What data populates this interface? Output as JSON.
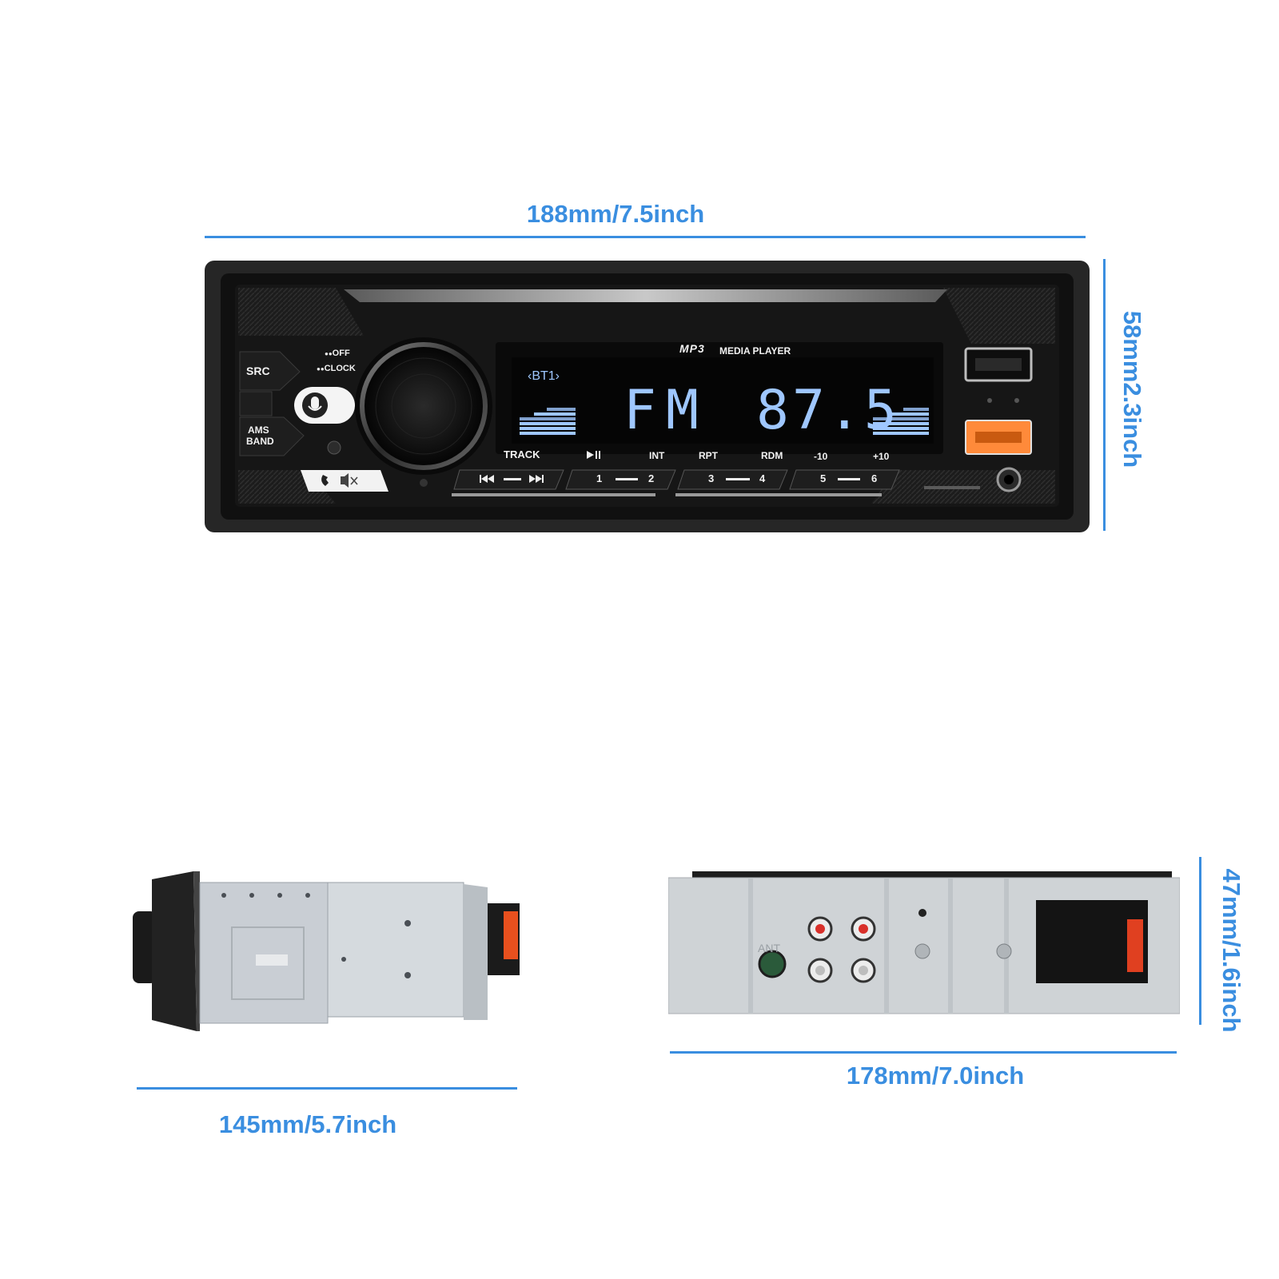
{
  "dimensions": {
    "front_width": "188mm/7.5inch",
    "front_height": "58mm2.3inch",
    "side_depth": "145mm/5.7inch",
    "rear_width": "178mm/7.0inch",
    "rear_height": "47mm/1.6inch"
  },
  "front_panel": {
    "src_label": "SRC",
    "ams_label": "AMS",
    "band_label": "BAND",
    "off_label": "OFF",
    "clock_label": "CLOCK",
    "brand_logo": "MP3",
    "media_player_label": "MEDIA PLAYER",
    "display_source": "BT1",
    "display_band": "FM",
    "display_frequency": "87.5",
    "track_label": "TRACK",
    "int_label": "INT",
    "rpt_label": "RPT",
    "rdm_label": "RDM",
    "minus10_label": "-10",
    "plus10_label": "+10",
    "presets": [
      "1",
      "2",
      "3",
      "4",
      "5",
      "6"
    ],
    "icons": [
      "mic-icon",
      "phone-icon",
      "mute-icon",
      "prev-track-icon",
      "next-track-icon",
      "play-pause-icon",
      "usb-port-icon",
      "usb-charge-port-icon",
      "aux-jack-icon",
      "sd-slot-icon"
    ]
  },
  "rear_panel": {
    "ant_label": "ANT"
  }
}
